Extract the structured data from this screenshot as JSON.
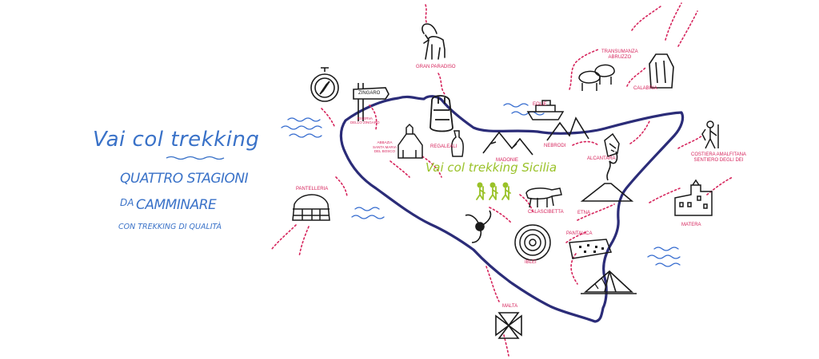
{
  "colors": {
    "brand_blue": "#3a72c8",
    "outline_navy": "#2b2c78",
    "trail_red": "#d6245c",
    "trek_green": "#9ac229",
    "sea_blue": "#3a6fd0",
    "ink": "#1a1a1a"
  },
  "brand": {
    "title": "Vai col trekking",
    "subtitle_line1": "QUATTRO STAGIONI",
    "subtitle_da": "DA",
    "subtitle_line2": "CAMMINARE",
    "tagline": "CON TREKKING DI QUALITÀ"
  },
  "map": {
    "title": "Vai col trekking Sicilia",
    "places": {
      "gran_paradiso": "GRAN PARADISO",
      "zingaro": "ZINGARO",
      "riserva": "RISERVA\nDELLO ZINGARO",
      "abbazia": "ABBAZIA\nSANTA MARIA\nDEL BOSCO",
      "regaleali": "REGALEALI",
      "eolie": "EOLIE",
      "madonie": "MADONIE",
      "nebrodi": "NEBRODI",
      "transumanza": "TRANSUMANZA\nABRUZZO",
      "calabria": "CALABRIA",
      "alcantara": "ALCANTARA",
      "etna": "ETNA",
      "calascibetta": "CALASCIBETTA",
      "pantalica": "PANTALICA",
      "iblei": "IBLEI",
      "pantelleria": "PANTELLERIA",
      "malta": "MALTA",
      "costiera": "COSTIERA AMALFITANA\nSENTIERO DEGLI DEI",
      "matera": "MATERA"
    }
  }
}
